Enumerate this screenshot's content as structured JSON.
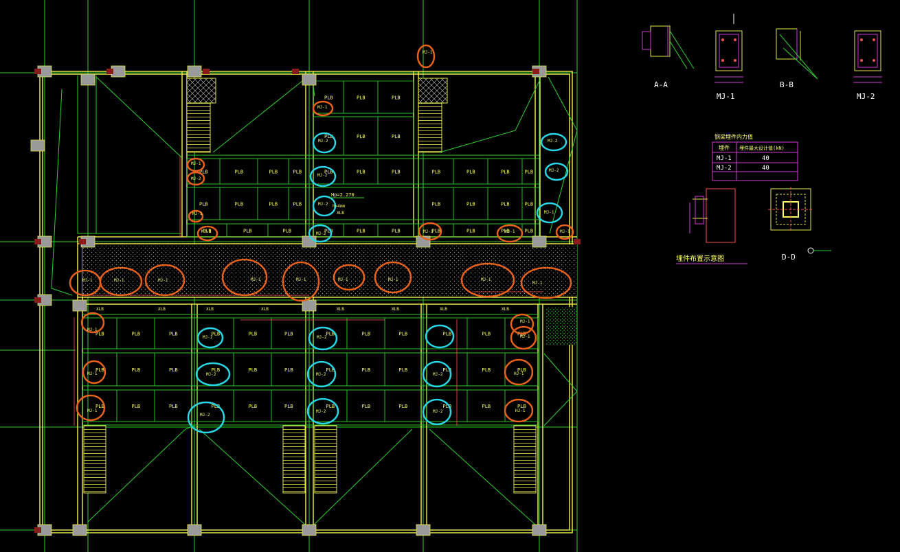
{
  "colors": {
    "background": "#000000",
    "wall": "#e6e64c",
    "grid": "#2fd12f",
    "beam": "#29c929",
    "tag": "#ffff66",
    "dim": "#ff5050",
    "magenta": "#d23cd2",
    "orange_markup": "#e8621c",
    "cyan_markup": "#29d6e6",
    "column": "#a0a0a0",
    "column_cap": "#8b1a1a"
  },
  "slab_label": "PLB",
  "beam_label": "XLB",
  "tags": {
    "mj1": "MJ-1",
    "mj2": "MJ-2",
    "hj1": "HJ-1"
  },
  "details": {
    "section_aa": "A-A",
    "section_bb": "B-B",
    "mj1": "MJ-1",
    "mj2": "MJ-2",
    "dd": "D-D",
    "layout_caption": "埋件布置示意图"
  },
  "load_table": {
    "title": "钢梁埋件内力值",
    "header": [
      "埋件",
      "埋件最大设计值(kN)"
    ],
    "rows": [
      [
        "MJ-1",
        "40"
      ],
      [
        "MJ-2",
        "40"
      ]
    ]
  },
  "plan_notes": {
    "elev": "Hp=2.270",
    "h": "h=4mm",
    "xlb": "XLB"
  }
}
